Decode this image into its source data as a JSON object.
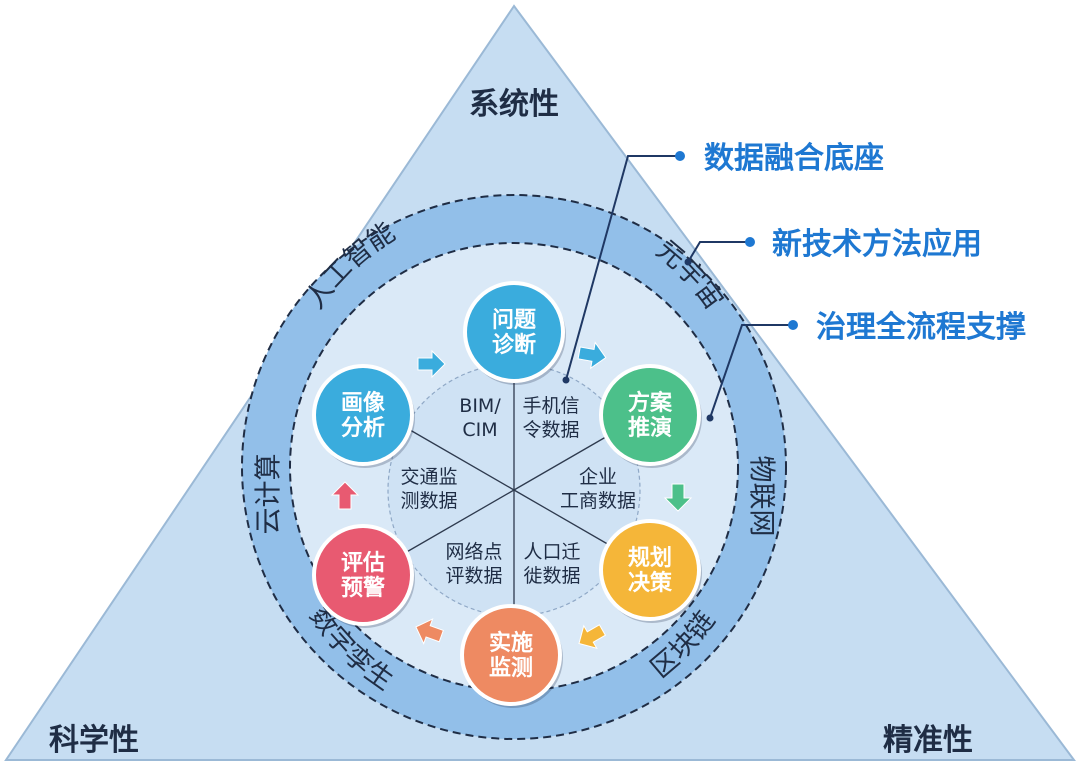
{
  "corners": {
    "top": "系统性",
    "left": "科学性",
    "right": "精准性"
  },
  "callouts": [
    {
      "label": "数据融合底座"
    },
    {
      "label": "新技术方法应用"
    },
    {
      "label": "治理全流程支撑"
    }
  ],
  "ring_technologies": [
    "人工智能",
    "元宇宙",
    "物联网",
    "区块链",
    "数字孪生",
    "云计算"
  ],
  "process_steps": [
    {
      "line1": "问题",
      "line2": "诊断",
      "color": "#3AACDD"
    },
    {
      "line1": "方案",
      "line2": "推演",
      "color": "#4CC08A"
    },
    {
      "line1": "规划",
      "line2": "决策",
      "color": "#F5B639"
    },
    {
      "line1": "实施",
      "line2": "监测",
      "color": "#EE8A62"
    },
    {
      "line1": "评估",
      "line2": "预警",
      "color": "#E85A71"
    },
    {
      "line1": "画像",
      "line2": "分析",
      "color": "#3AACDD"
    }
  ],
  "data_sources": [
    {
      "line1": "BIM/",
      "line2": "CIM"
    },
    {
      "line1": "手机信",
      "line2": "令数据"
    },
    {
      "line1": "企业",
      "line2": "工商数据"
    },
    {
      "line1": "人口迁",
      "line2": "徙数据"
    },
    {
      "line1": "网络点",
      "line2": "评数据"
    },
    {
      "line1": "交通监",
      "line2": "测数据"
    }
  ],
  "colors": {
    "triangle": "#C6DDF2",
    "ring": "#92BFE9",
    "inner": "#DAE9F7",
    "callout_text": "#1E78D2",
    "accent_dot": "#1E78D2",
    "line": "#1F3864"
  }
}
